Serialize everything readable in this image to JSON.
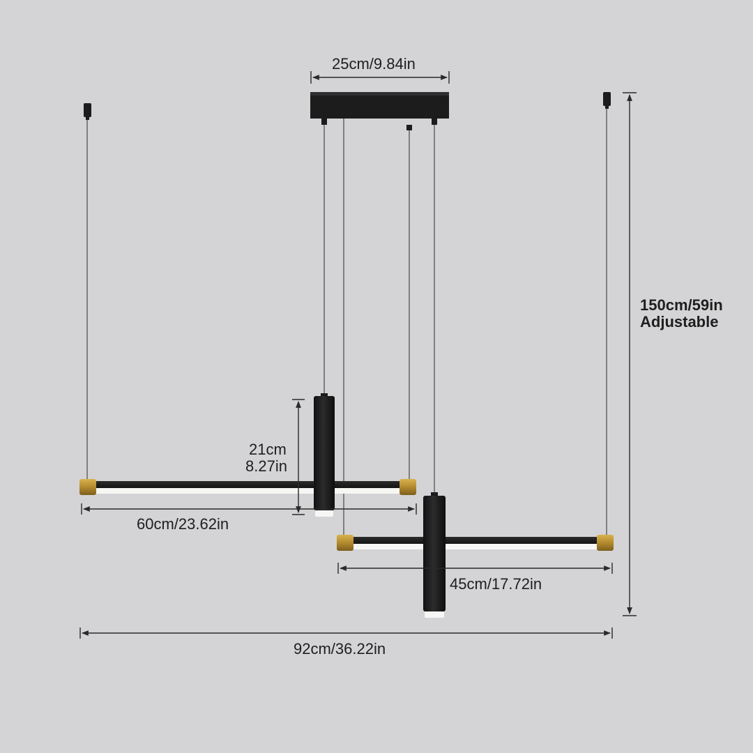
{
  "dimensions": {
    "canopy_width": "25cm/9.84in",
    "height_line1": "150cm/59in",
    "height_line2": "Adjustable",
    "tube_cm": "21cm",
    "tube_in": "8.27in",
    "left_bar": "60cm/23.62in",
    "right_bar": "45cm/17.72in",
    "total_width": "92cm/36.22in"
  },
  "colors": {
    "background": "#d4d4d6",
    "fixture_black": "#1c1c1c",
    "brass_cap": "#b38a2e",
    "led_diffuser": "#f6f6f4",
    "dimension_line": "#2a2a2a",
    "cable": "#6a6a6a"
  }
}
